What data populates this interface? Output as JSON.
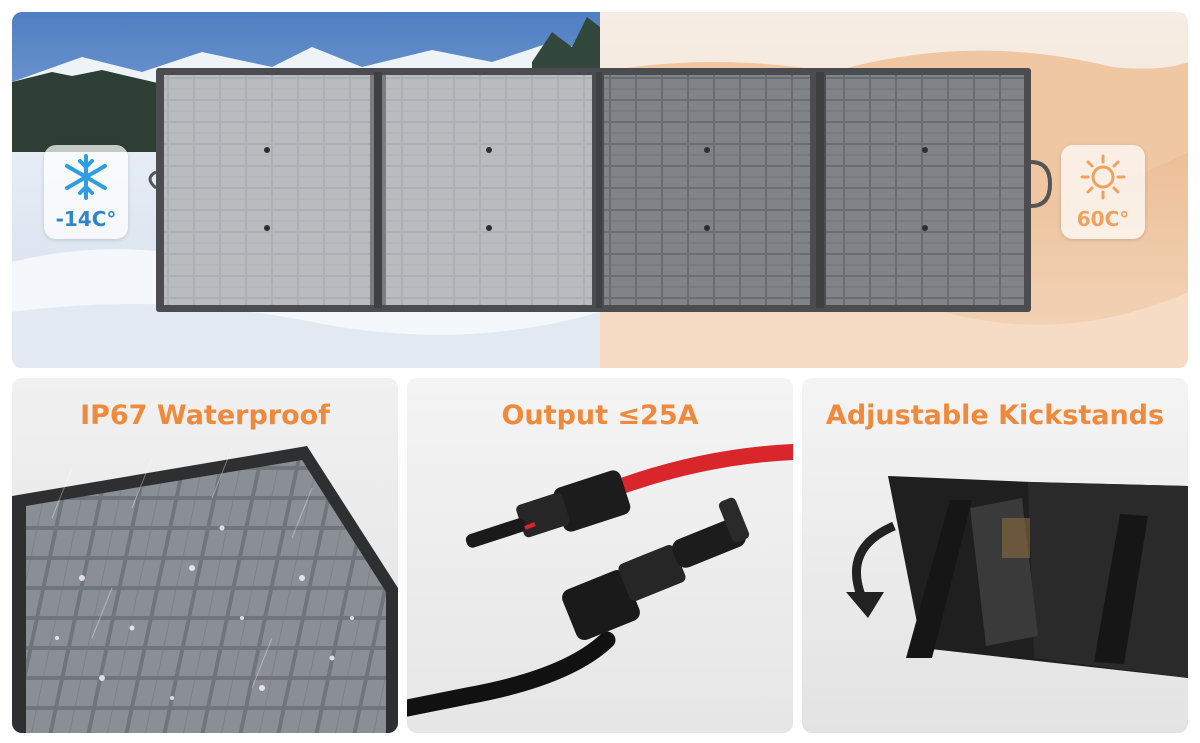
{
  "hero": {
    "cold_temp": "-14C°",
    "hot_temp": "60C°",
    "cold_icon": "snowflake-icon",
    "hot_icon": "sun-icon"
  },
  "cards": {
    "waterproof_title": "IP67 Waterproof",
    "output_title": "Output ≤25A",
    "kickstand_title": "Adjustable Kickstands"
  },
  "colors": {
    "accent_orange": "#ef8a3c",
    "cold_blue": "#2f86c9",
    "hot_orange": "#f0a15c",
    "cable_red": "#d9262b"
  }
}
